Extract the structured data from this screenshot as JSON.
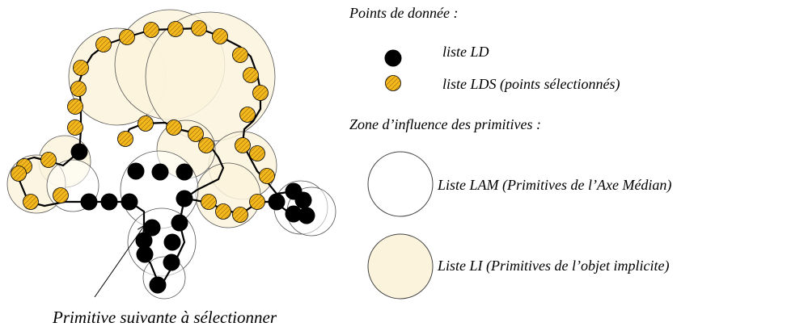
{
  "legend": {
    "points_title": "Points de donnée :",
    "ld_label": "liste LD",
    "lds_label": "liste LDS (points sélectionnés)",
    "zones_title": "Zone d’influence des primitives :",
    "lam_label": "Liste LAM (Primitives de l’Axe Médian)",
    "li_label": "Liste LI (Primitives de l’objet implicite)"
  },
  "annotation": {
    "next_primitive": "Primitive suivante à sélectionner"
  },
  "colors": {
    "li_fill": "#fbf3dc",
    "lam_fill": "#ffffff",
    "ld_point": "#000000",
    "lds_point": "#f3b81e",
    "lds_hatch": "#8a5a00",
    "stroke": "#000000"
  }
}
